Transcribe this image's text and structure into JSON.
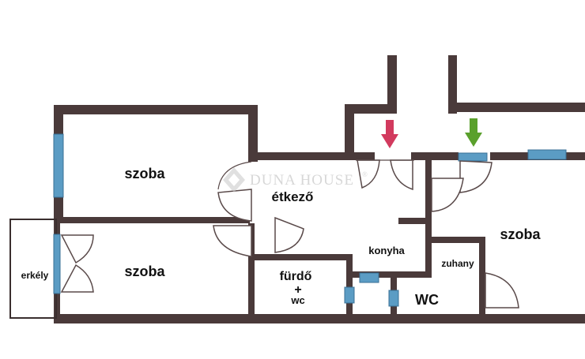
{
  "rooms": {
    "szoba_top": "szoba",
    "szoba_bottom": "szoba",
    "erkely": "erkély",
    "etkezo": "étkező",
    "konyha": "konyha",
    "furdo": "fürdő",
    "plus": "+",
    "wc_furdo": "wc",
    "zuhany": "zuhany",
    "wc": "WC",
    "szoba_right": "szoba"
  },
  "watermark": "DUNA HOUSE",
  "watermark_mark": "®",
  "colors": {
    "wall": "#4a3a3a",
    "window": "#5b9cc4",
    "arrow_red": "#d23a5e",
    "arrow_green": "#5aa02c"
  }
}
